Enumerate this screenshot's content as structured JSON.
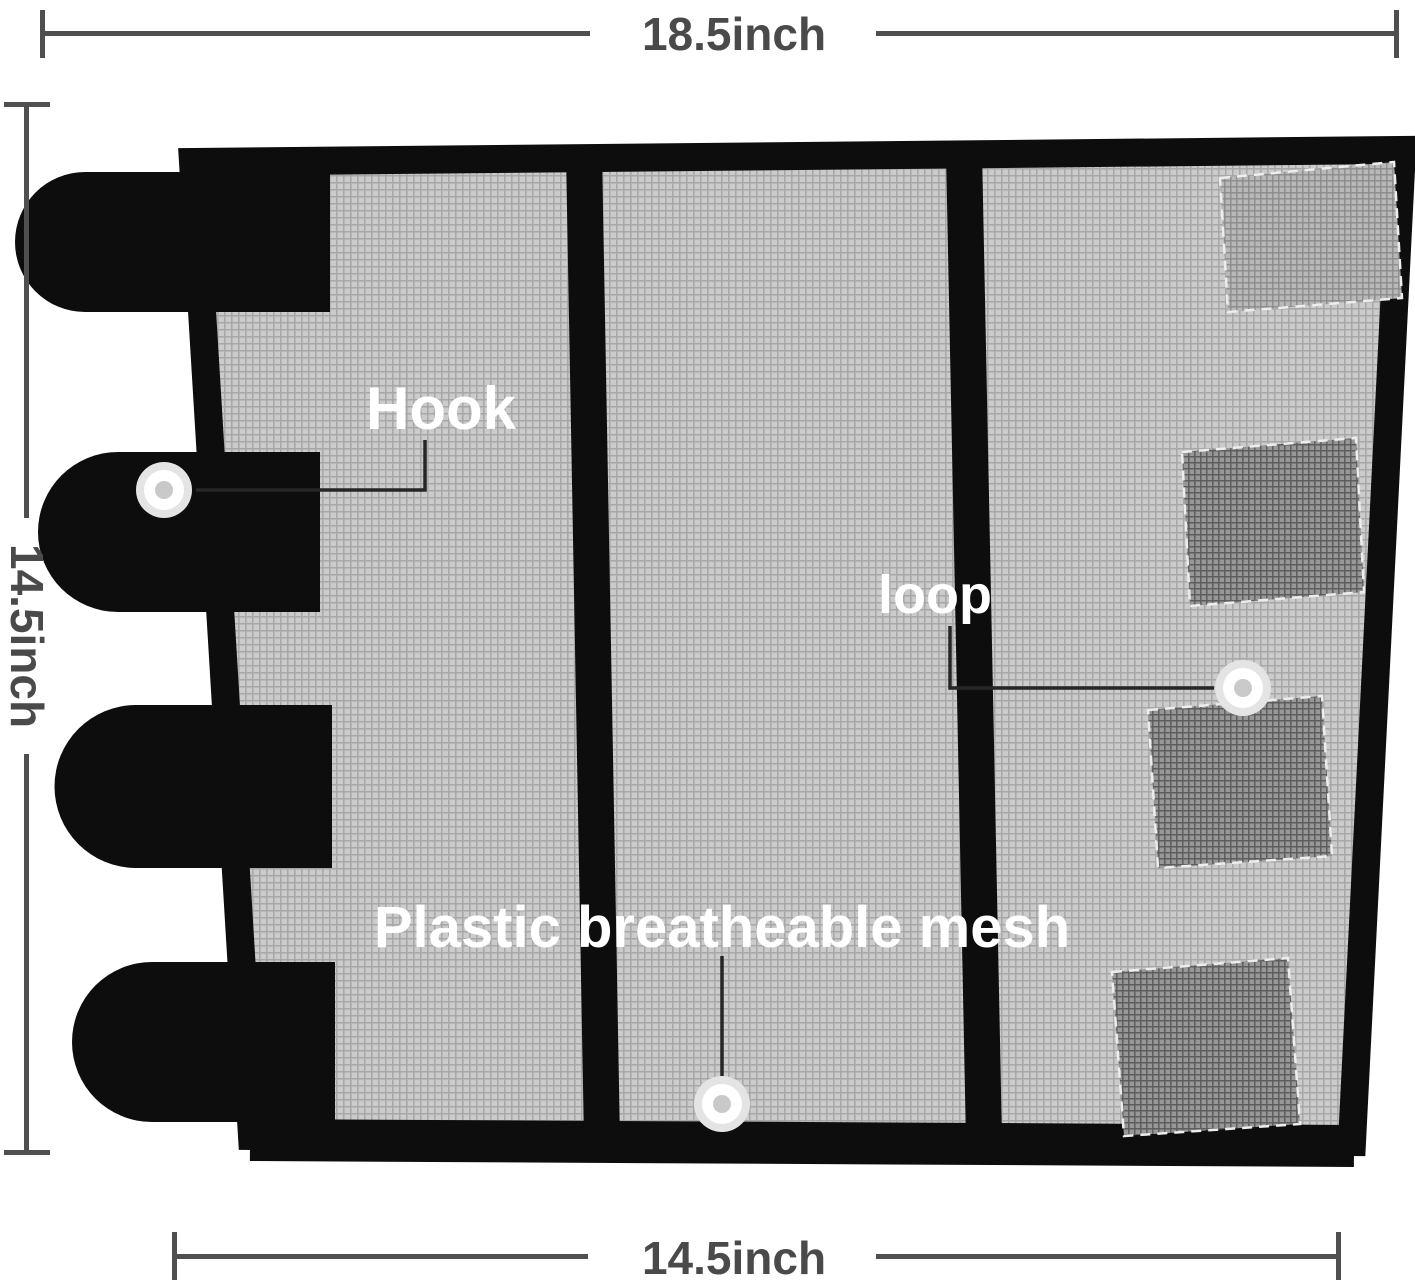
{
  "figure": {
    "type": "annotated-product-diagram",
    "subject": "breathable mesh leg wrap with hook-and-loop straps",
    "labels": {
      "hook": "Hook",
      "loop": "loop",
      "mesh": "Plastic breatheable mesh"
    },
    "dimensions": {
      "top_width": "18.5inch",
      "left_height": "14.5inch",
      "bottom_width": "14.5inch"
    },
    "colors": {
      "background": "#ffffff",
      "dimension_gray": "#4a4a4a",
      "label_white": "#ffffff",
      "fabric_black": "#0d0d0d",
      "mesh_light_gray": "#cbcbcb",
      "mesh_dark_gray": "#9a9a9a",
      "stitch_dashed": "#ededed"
    }
  }
}
